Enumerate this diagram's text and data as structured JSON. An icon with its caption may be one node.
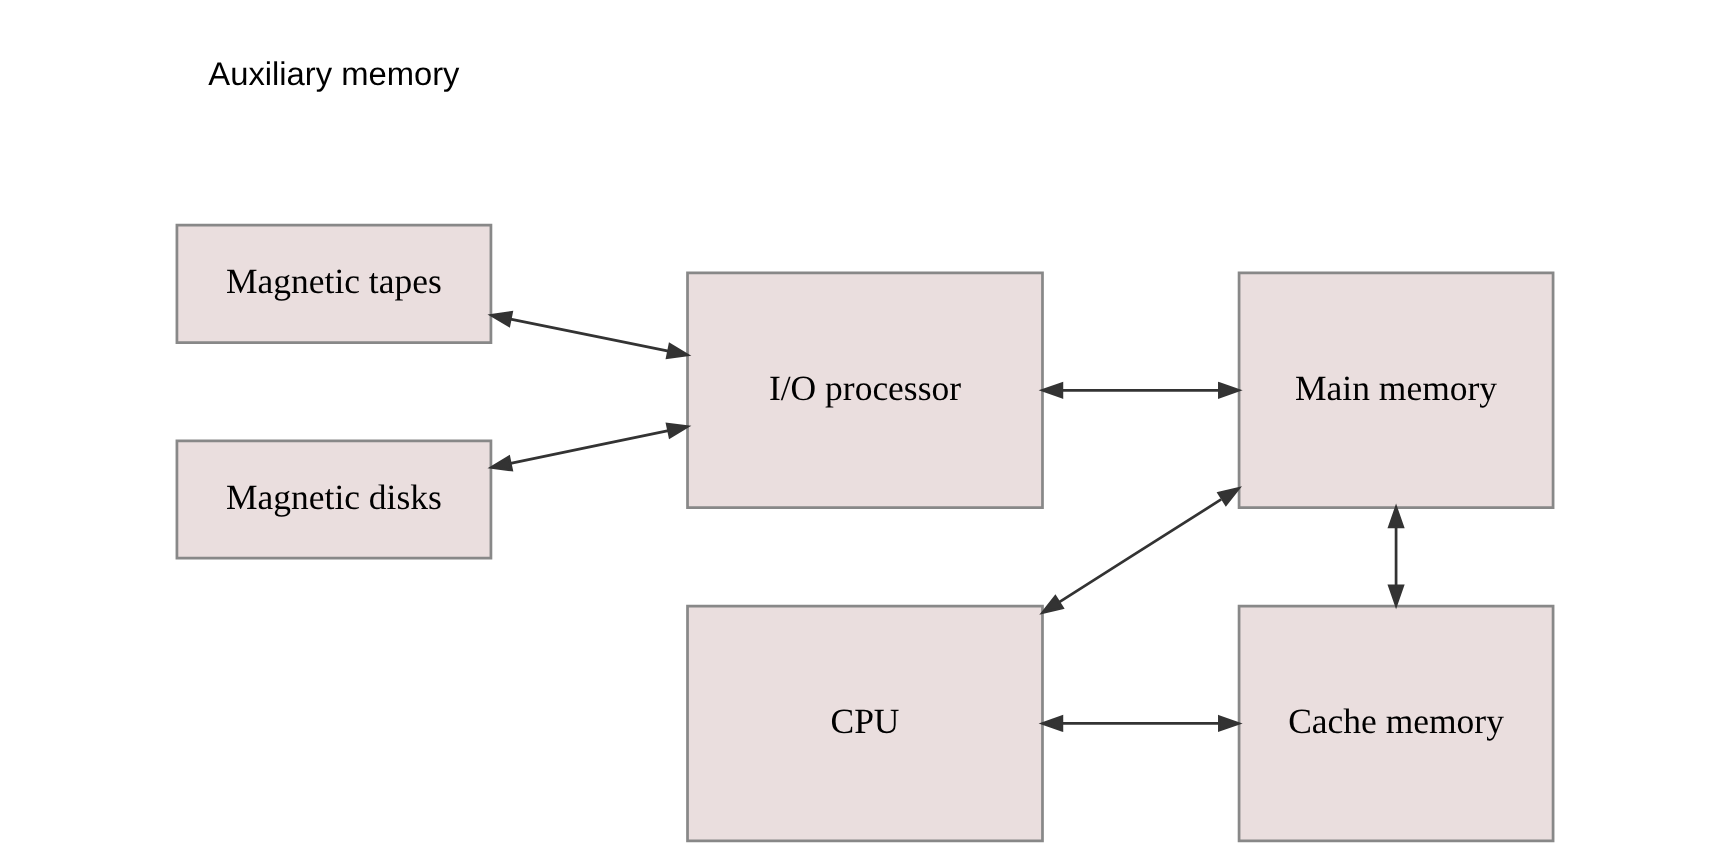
{
  "diagram": {
    "nodes": [
      {
        "text": [
          "Magnetic tapes"
        ]
      },
      {
        "text": [
          "Magnetic disks"
        ]
      },
      {
        "text": [
          "I/O processor"
        ]
      },
      {
        "text": [
          "Main memory"
        ]
      },
      {
        "text": [
          "CPU"
        ]
      },
      {
        "text": [
          "Cache memory"
        ]
      }
    ],
    "edges": [
      {
        "from": 0,
        "to": 2,
        "arrow": "both"
      },
      {
        "from": 1,
        "to": 2,
        "arrow": "both"
      },
      {
        "from": 2,
        "to": 3,
        "arrow": "both"
      },
      {
        "from": 4,
        "to": 3,
        "arrow": "both"
      },
      {
        "from": 3,
        "to": 5,
        "arrow": "both"
      },
      {
        "from": 4,
        "to": 5,
        "arrow": "both"
      }
    ],
    "labels": [
      "Auxiliary memory"
    ]
  }
}
